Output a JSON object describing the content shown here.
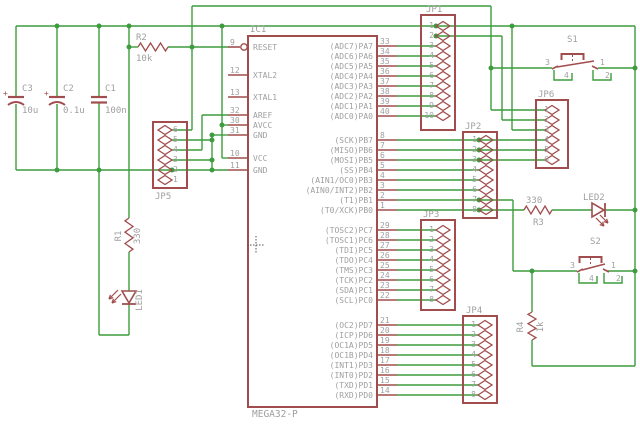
{
  "colors": {
    "background": "#ffffff",
    "wire": "#3d9c3d",
    "symbol": "#a14d4d",
    "text": "#9f9f9f",
    "cursor": "#555555"
  },
  "ic": {
    "ref": "IC1",
    "part": "MEGA32-P",
    "left_pins": [
      {
        "num": "9",
        "name": "RESET"
      },
      {
        "num": "12",
        "name": "XTAL2"
      },
      {
        "num": "13",
        "name": "XTAL1"
      },
      {
        "num": "32",
        "name": "AREF"
      },
      {
        "num": "30",
        "name": "AVCC"
      },
      {
        "num": "31",
        "name": "GND"
      },
      {
        "num": "10",
        "name": "VCC"
      },
      {
        "num": "11",
        "name": "GND"
      }
    ],
    "port_a": [
      {
        "num": "33",
        "name": "(ADC7)PA7"
      },
      {
        "num": "34",
        "name": "(ADC6)PA6"
      },
      {
        "num": "35",
        "name": "(ADC5)PA5"
      },
      {
        "num": "36",
        "name": "(ADC4)PA4"
      },
      {
        "num": "37",
        "name": "(ADC3)PA3"
      },
      {
        "num": "38",
        "name": "(ADC2)PA2"
      },
      {
        "num": "39",
        "name": "(ADC1)PA1"
      },
      {
        "num": "40",
        "name": "(ADC0)PA0"
      }
    ],
    "port_b": [
      {
        "num": "8",
        "name": "(SCK)PB7"
      },
      {
        "num": "7",
        "name": "(MISO)PB6"
      },
      {
        "num": "6",
        "name": "(MOSI)PB5"
      },
      {
        "num": "5",
        "name": "(SS)PB4"
      },
      {
        "num": "4",
        "name": "(AIN1/OC0)PB3"
      },
      {
        "num": "3",
        "name": "(AIN0/INT2)PB2"
      },
      {
        "num": "2",
        "name": "(T1)PB1"
      },
      {
        "num": "1",
        "name": "(T0/XCK)PB0"
      }
    ],
    "port_c": [
      {
        "num": "29",
        "name": "(TOSC2)PC7"
      },
      {
        "num": "28",
        "name": "(TOSC1)PC6"
      },
      {
        "num": "27",
        "name": "(TDI)PC5"
      },
      {
        "num": "26",
        "name": "(TDO)PC4"
      },
      {
        "num": "25",
        "name": "(TMS)PC3"
      },
      {
        "num": "24",
        "name": "(TCK)PC2"
      },
      {
        "num": "23",
        "name": "(SDA)PC1"
      },
      {
        "num": "22",
        "name": "(SCL)PC0"
      }
    ],
    "port_d": [
      {
        "num": "21",
        "name": "(OC2)PD7"
      },
      {
        "num": "20",
        "name": "(ICP)PD6"
      },
      {
        "num": "19",
        "name": "(OC1A)PD5"
      },
      {
        "num": "18",
        "name": "(OC1B)PD4"
      },
      {
        "num": "17",
        "name": "(INT1)PD3"
      },
      {
        "num": "16",
        "name": "(INT0)PD2"
      },
      {
        "num": "15",
        "name": "(TXD)PD1"
      },
      {
        "num": "14",
        "name": "(RXD)PD0"
      }
    ]
  },
  "connectors": {
    "jp1": {
      "ref": "JP1",
      "pins": [
        "1",
        "2",
        "3",
        "4",
        "5",
        "6",
        "7",
        "8",
        "9",
        "10"
      ]
    },
    "jp2": {
      "ref": "JP2",
      "pins": [
        "1",
        "2",
        "3",
        "4",
        "5",
        "6",
        "7",
        "8"
      ]
    },
    "jp3": {
      "ref": "JP3",
      "pins": [
        "1",
        "2",
        "3",
        "4",
        "5",
        "6",
        "7",
        "8"
      ]
    },
    "jp4": {
      "ref": "JP4",
      "pins": [
        "1",
        "2",
        "3",
        "4",
        "5",
        "6",
        "7",
        "8"
      ]
    },
    "jp5": {
      "ref": "JP5",
      "pins": [
        "6",
        "5",
        "4",
        "3",
        "2",
        "1"
      ]
    },
    "jp6": {
      "ref": "JP6",
      "pins": [
        "1",
        "2",
        "3",
        "4",
        "5",
        "6"
      ]
    }
  },
  "capacitors": [
    {
      "ref": "C3",
      "value": "10u",
      "plus": "+"
    },
    {
      "ref": "C2",
      "value": "0.1u",
      "plus": "+"
    },
    {
      "ref": "C1",
      "value": "100n",
      "plus": ""
    }
  ],
  "resistors": [
    {
      "ref": "R2",
      "value": "10k"
    },
    {
      "ref": "R1",
      "value": "330"
    },
    {
      "ref": "R3",
      "value": "330"
    },
    {
      "ref": "R4",
      "value": "1k"
    }
  ],
  "leds": [
    {
      "ref": "LED1"
    },
    {
      "ref": "LED2"
    }
  ],
  "switches": [
    {
      "ref": "S1",
      "terminals": [
        "3",
        "1",
        "4",
        "2"
      ]
    },
    {
      "ref": "S2",
      "terminals": [
        "3",
        "1",
        "4",
        "2"
      ]
    }
  ]
}
